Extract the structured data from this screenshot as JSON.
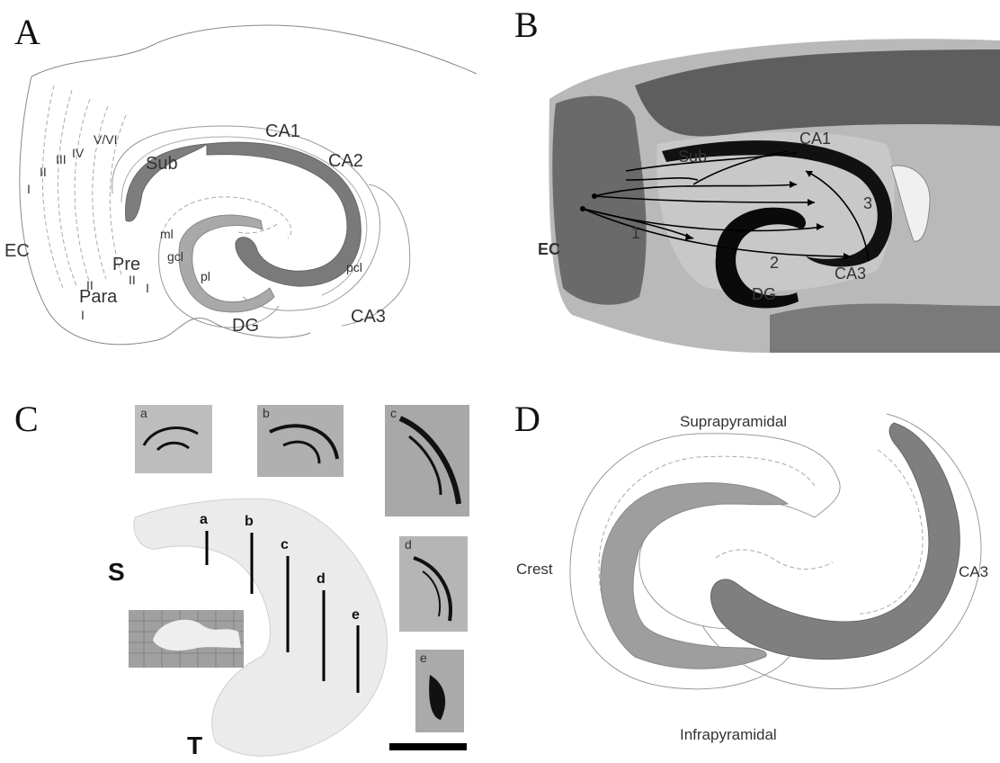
{
  "panels": {
    "A": {
      "letter": "A",
      "labels": {
        "ca1": "CA1",
        "ca2": "CA2",
        "ca3": "CA3",
        "sub": "Sub",
        "dg": "DG",
        "ec": "EC",
        "pre": "Pre",
        "para": "Para",
        "ml": "ml",
        "gcl": "gcl",
        "pl": "pl",
        "pcl": "pcl",
        "layer_vvi": "V/VI",
        "layer_iv": "IV",
        "layer_iii": "III",
        "layer_ii": "II",
        "layer_i": "I",
        "pre_ii": "II",
        "pre_i": "I",
        "para_ii": "II",
        "para_i": "I"
      }
    },
    "B": {
      "letter": "B",
      "labels": {
        "ca1": "CA1",
        "sub": "Sub",
        "ec": "EC",
        "dg": "DG",
        "ca3": "CA3",
        "path1": "1",
        "path2": "2",
        "path3": "3"
      }
    },
    "C": {
      "letter": "C",
      "labels": {
        "s": "S",
        "t": "T",
        "a": "a",
        "b": "b",
        "c": "c",
        "d": "d",
        "e": "e",
        "thumb_a": "a",
        "thumb_b": "b",
        "thumb_c": "c",
        "thumb_d": "d",
        "thumb_e": "e"
      }
    },
    "D": {
      "letter": "D",
      "labels": {
        "supra": "Suprapyramidal",
        "crest": "Crest",
        "ca3": "CA3",
        "infra": "Infrapyramidal"
      }
    }
  }
}
